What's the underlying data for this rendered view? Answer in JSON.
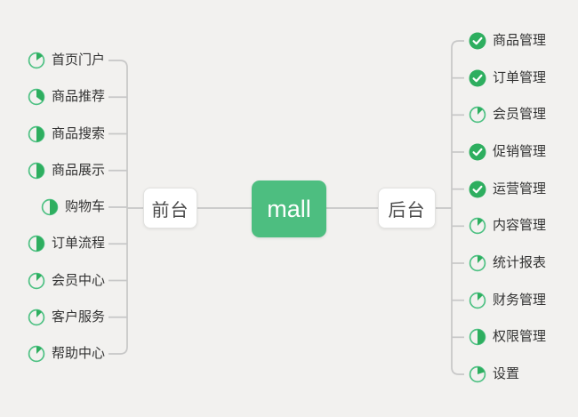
{
  "root": {
    "label": "mall"
  },
  "left_branch": {
    "label": "前台",
    "items": [
      {
        "label": "首页门户",
        "icon": "pie",
        "progress": 0.15
      },
      {
        "label": "商品推荐",
        "icon": "pie",
        "progress": 0.35
      },
      {
        "label": "商品搜索",
        "icon": "pie",
        "progress": 0.5
      },
      {
        "label": "商品展示",
        "icon": "pie",
        "progress": 0.5
      },
      {
        "label": "购物车",
        "icon": "pie",
        "progress": 0.5
      },
      {
        "label": "订单流程",
        "icon": "pie",
        "progress": 0.5
      },
      {
        "label": "会员中心",
        "icon": "pie",
        "progress": 0.125
      },
      {
        "label": "客户服务",
        "icon": "pie",
        "progress": 0.125
      },
      {
        "label": "帮助中心",
        "icon": "pie",
        "progress": 0.125
      }
    ]
  },
  "right_branch": {
    "label": "后台",
    "items": [
      {
        "label": "商品管理",
        "icon": "check"
      },
      {
        "label": "订单管理",
        "icon": "check"
      },
      {
        "label": "会员管理",
        "icon": "pie",
        "progress": 0.125
      },
      {
        "label": "促销管理",
        "icon": "check"
      },
      {
        "label": "运营管理",
        "icon": "check"
      },
      {
        "label": "内容管理",
        "icon": "pie",
        "progress": 0.125
      },
      {
        "label": "统计报表",
        "icon": "pie",
        "progress": 0.125
      },
      {
        "label": "财务管理",
        "icon": "pie",
        "progress": 0.125
      },
      {
        "label": "权限管理",
        "icon": "pie",
        "progress": 0.5
      },
      {
        "label": "设置",
        "icon": "pie",
        "progress": 0.2
      }
    ]
  },
  "colors": {
    "background": "#f2f1ef",
    "line": "#c7c7c7",
    "root_bg": "#4dbe80",
    "root_text": "#ffffff",
    "done_green": "#2eae5f",
    "pie_outline": "#4ec183",
    "leaf_text": "#333333",
    "branch_text": "#4a4a4a",
    "branch_bg": "#ffffff",
    "branch_border": "#e2e2e0"
  }
}
